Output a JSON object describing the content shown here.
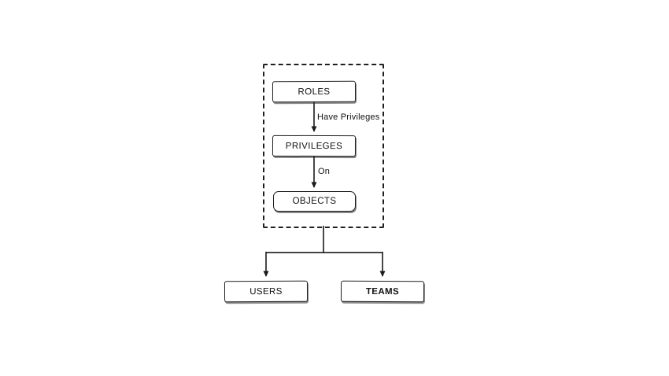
{
  "diagram": {
    "title": "roles-privileges-assignment-diagram",
    "nodes": {
      "roles": {
        "label": "ROLES"
      },
      "privileges": {
        "label": "PRIVILEGES"
      },
      "objects": {
        "label": "OBJECTS"
      },
      "users": {
        "label": "USERS"
      },
      "teams": {
        "label": "TEAMS"
      }
    },
    "edge_labels": {
      "roles_to_privileges": "Have Privileges",
      "privileges_to_objects": "On"
    },
    "colors": {
      "stroke": "#1f1f1f",
      "box_fill": "#ffffff",
      "background": "#ffffff"
    }
  }
}
